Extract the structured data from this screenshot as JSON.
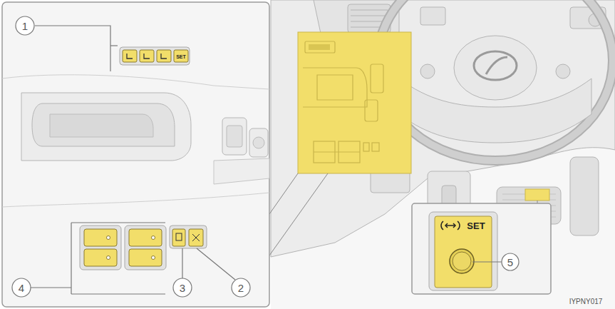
{
  "diagram": {
    "labels": [
      "1",
      "SET",
      "SET",
      "5",
      "4",
      "3",
      "2",
      "IYPNY017"
    ]
  }
}
